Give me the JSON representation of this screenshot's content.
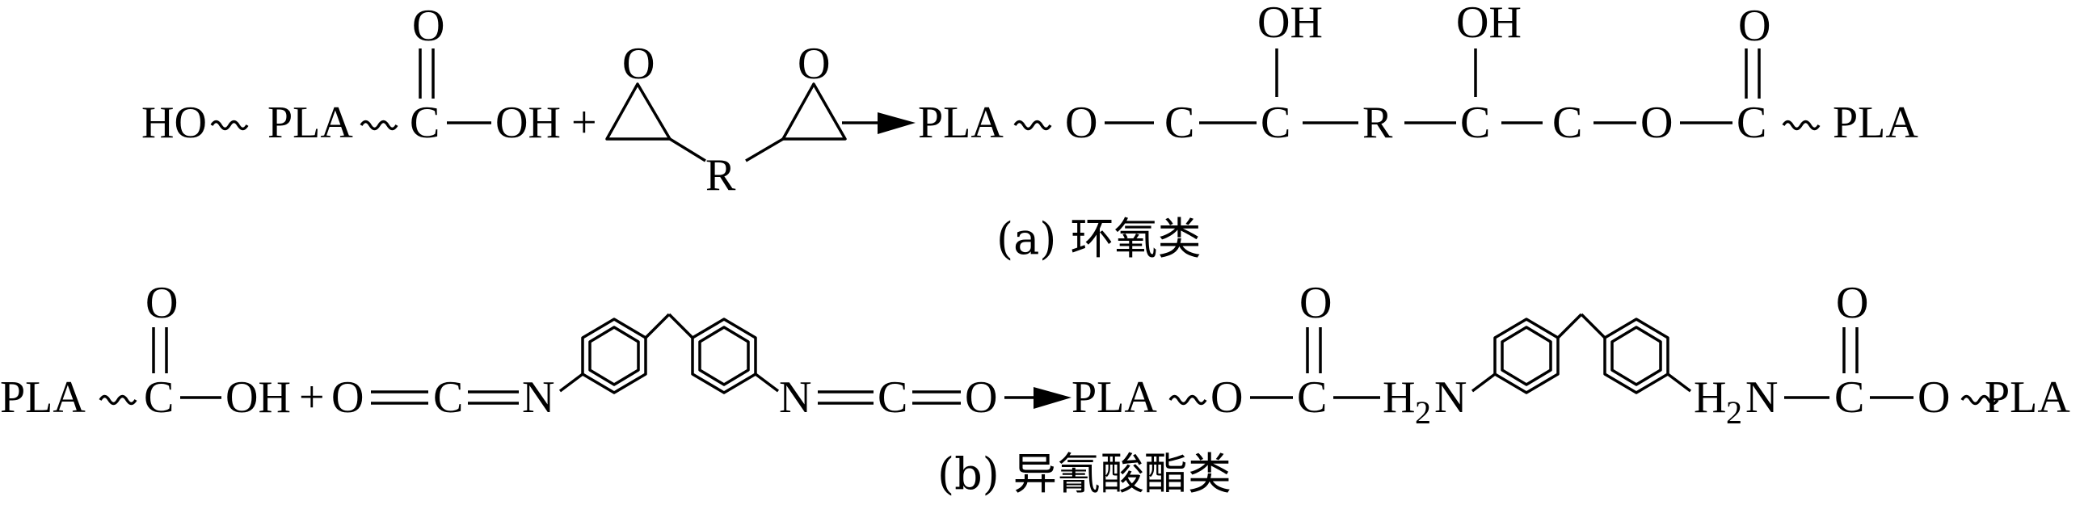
{
  "diagram": {
    "reaction_a": {
      "caption": "(a) 环氧类",
      "reactant_1": {
        "hydroxyl_end": "HO",
        "chain": "PLA",
        "carbonyl_o": "O",
        "carbon": "C",
        "acid_oh": "OH"
      },
      "plus": "+",
      "reactant_2": {
        "epoxide_o_left": "O",
        "spacer": "R",
        "epoxide_o_right": "O"
      },
      "product": {
        "chain_left": "PLA",
        "ester_o_1": "O",
        "carbon_1": "C",
        "carbon_2": "C",
        "hydroxyl_1": "OH",
        "spacer": "R",
        "carbon_3": "C",
        "hydroxyl_2": "OH",
        "carbon_4": "C",
        "ester_o_2": "O",
        "carbonyl_c": "C",
        "carbonyl_o": "O",
        "chain_right": "PLA"
      }
    },
    "reaction_b": {
      "caption": "(b) 异氰酸酯类",
      "reactant_1": {
        "chain": "PLA",
        "carbonyl_o": "O",
        "carbon": "C",
        "acid_oh": "OH"
      },
      "plus": "+",
      "reactant_2": {
        "o_left": "O",
        "c_left": "C",
        "n_left": "N",
        "n_right": "N",
        "c_right": "C",
        "o_right": "O"
      },
      "product": {
        "chain_left": "PLA",
        "ester_o": "O",
        "carbonyl_c_1": "C",
        "carbonyl_o_1": "O",
        "amine_h_1": "H",
        "amine_sub_1": "2",
        "amine_n_1": "N",
        "amine_h_2": "H",
        "amine_sub_2": "2",
        "amine_n_2": "N",
        "carbonyl_c_2": "C",
        "carbonyl_o_2": "O",
        "ester_o_2": "O",
        "chain_right": "PLA"
      }
    }
  }
}
